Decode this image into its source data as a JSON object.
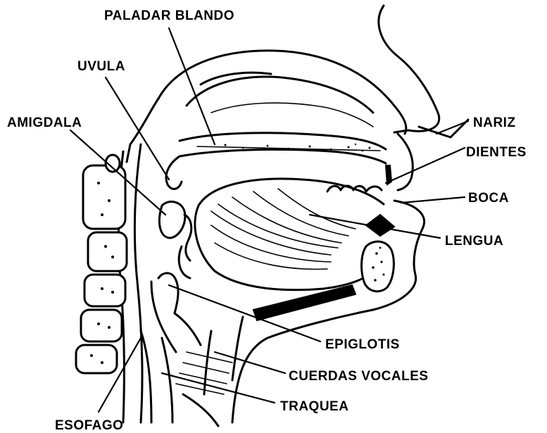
{
  "labels": {
    "paladar_blando": "PALADAR BLANDO",
    "uvula": "UVULA",
    "amigdala": "AMIGDALA",
    "nariz": "NARIZ",
    "dientes": "DIENTES",
    "boca": "BOCA",
    "lengua": "LENGUA",
    "epiglotis": "EPIGLOTIS",
    "cuerdas_vocales": "CUERDAS VOCALES",
    "traquea": "TRAQUEA",
    "esofago": "ESOFAGO"
  }
}
